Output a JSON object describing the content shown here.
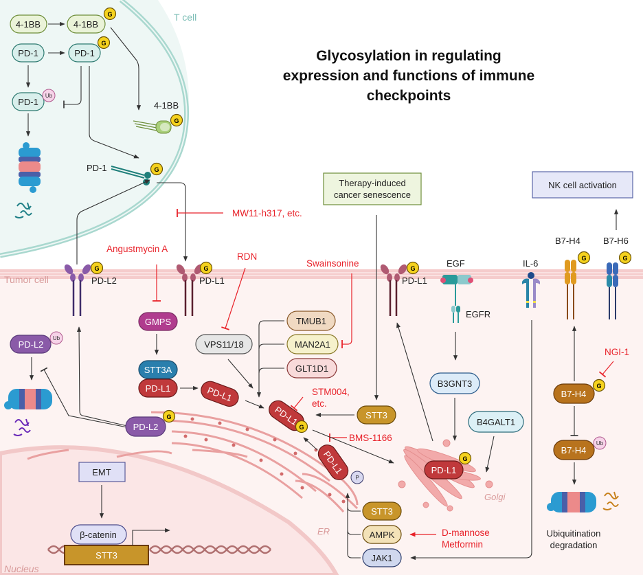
{
  "title": {
    "line1": "Glycosylation in regulating",
    "line2": "expression and functions of immune",
    "line3": "checkpoints"
  },
  "regions": {
    "t_cell": "T cell",
    "tumor_cell": "Tumor cell",
    "nucleus": "Nucleus",
    "er": "ER",
    "golgi": "Golgi"
  },
  "badges": {
    "glycan": "G",
    "ubiquitin": "Ub",
    "phospho": "P"
  },
  "t_cell": {
    "nodes": {
      "bb_unmod": "4-1BB",
      "bb_glyc": "4-1BB",
      "pd1_unmod": "PD-1",
      "pd1_glyc": "PD-1",
      "pd1_ub": "PD-1"
    },
    "membrane_labels": {
      "bb": "4-1BB",
      "pd1": "PD-1"
    }
  },
  "tumor_surface": {
    "pdl2": "PD-L2",
    "pdl1_left": "PD-L1",
    "pdl1_right": "PD-L1",
    "egf": "EGF",
    "egfr": "EGFR",
    "il6": "IL-6",
    "b7h4": "B7-H4",
    "b7h6": "B7-H6"
  },
  "boxes": {
    "senescence_line1": "Therapy-induced",
    "senescence_line2": "cancer senescence",
    "nk": "NK cell activation",
    "emt": "EMT"
  },
  "drugs": {
    "mw11": "MW11-h317, etc.",
    "angustmycin": "Angustmycin A",
    "rdn": "RDN",
    "swainsonine": "Swainsonine",
    "stm004_line1": "STM004,",
    "stm004_line2": "etc.",
    "bms": "BMS-1166",
    "dmannose": "D-mannose",
    "metformin": "Metformin",
    "ngi1": "NGI-1"
  },
  "intracellular": {
    "pdl2_ub": "PD-L2",
    "pdl2_er": "PD-L2",
    "gmps": "GMPS",
    "stt3a": "STT3A",
    "pdl1_stt3a": "PD-L1",
    "pdl1_mid": "PD-L1",
    "pdl1_center": "PD-L1",
    "pdl1_phos": "PD-L1",
    "pdl1_golgi": "PD-L1",
    "vps": "VPS11/18",
    "tmub1": "TMUB1",
    "man2a1": "MAN2A1",
    "glt1d1": "GLT1D1",
    "stt3_right": "STT3",
    "stt3_bottom": "STT3",
    "ampk": "AMPK",
    "jak1": "JAK1",
    "b3gnt3": "B3GNT3",
    "b4galt1": "B4GALT1",
    "b7h4_glyc": "B7-H4",
    "b7h4_ub": "B7-H4",
    "beta_catenin": "β-catenin",
    "stt3_gene": "STT3"
  },
  "degradation": {
    "line1": "Ubiquitination",
    "line2": "degradation"
  },
  "colors": {
    "t_cell_fill": "#eef7f5",
    "t_cell_membrane": "#a9d8cf",
    "tumor_fill": "#fdf3f2",
    "tumor_membrane": "#f3c2c2",
    "pdl1": "#c0393b",
    "pdl2": "#8a5aa8",
    "gmps": "#b03c8e",
    "stt3a": "#2a7fad",
    "stt3": "#c8952a",
    "b7h4": "#b8731d",
    "glycan": "#f5d21e",
    "drug_red": "#e8222a"
  }
}
